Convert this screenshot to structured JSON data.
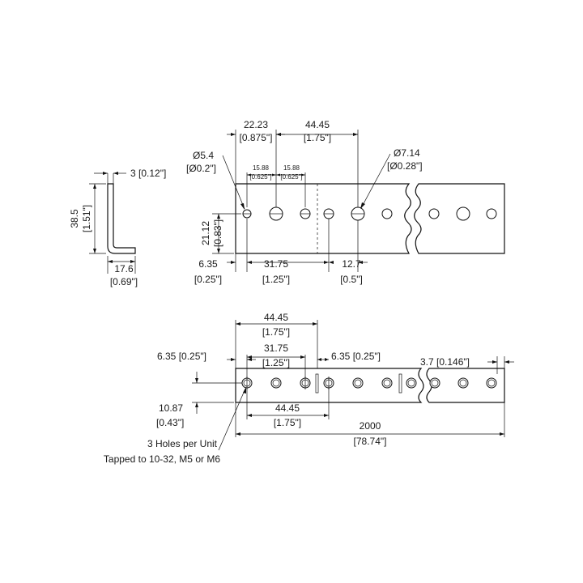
{
  "end_view": {
    "thickness": "3 [0.12\"]",
    "height_mm": "38.5",
    "height_in": "[1.51\"]",
    "width_mm": "17.6",
    "width_in": "[0.69\"]"
  },
  "top_view": {
    "pitch_a_mm": "22.23",
    "pitch_a_in": "[0.875\"]",
    "pitch_b_mm": "44.45",
    "pitch_b_in": "[1.75\"]",
    "small_hole_mm": "Ø5.4",
    "small_hole_in": "[Ø0.2\"]",
    "large_hole_mm": "Ø7.14",
    "large_hole_in": "[Ø0.28\"]",
    "sub_pitch_1_mm": "15.88",
    "sub_pitch_1_in": "[0.625\"]",
    "sub_pitch_2_mm": "15.88",
    "sub_pitch_2_in": "[0.625\"]",
    "hole_height_mm": "21.12",
    "hole_height_in": "[0.83\"]",
    "edge_mm": "6.35",
    "edge_in": "[0.25\"]",
    "pitch_c_mm": "31.75",
    "pitch_c_in": "[1.25\"]",
    "pitch_d_mm": "12.7",
    "pitch_d_in": "[0.5\"]"
  },
  "front_view": {
    "span_mm": "44.45",
    "span_in": "[1.75\"]",
    "inner_mm": "31.75",
    "inner_in": "[1.25\"]",
    "left_edge": "6.35 [0.25\"]",
    "mid_edge": "6.35 [0.25\"]",
    "right_gap": "3.7 [0.146\"]",
    "hole_height_mm": "10.87",
    "hole_height_in": "[0.43\"]",
    "bottom_span_mm": "44.45",
    "bottom_span_in": "[1.75\"]",
    "length_mm": "2000",
    "length_in": "[78.74\"]",
    "note_line1": "3 Holes per Unit",
    "note_line2": "Tapped to 10-32, M5 or M6"
  }
}
